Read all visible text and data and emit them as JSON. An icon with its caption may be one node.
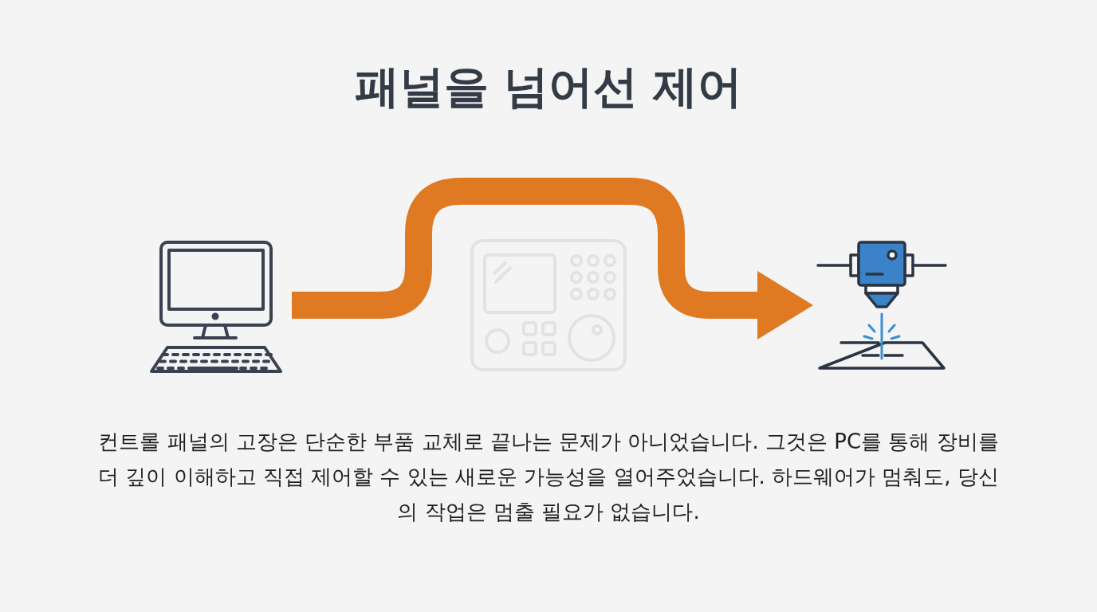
{
  "diagram": {
    "title": "패널을 넘어선 제어",
    "caption": "컨트롤 패널의 고장은 단순한 부품 교체로 끝나는 문제가 아니었습니다. 그것은 PC를 통해 장비를 더 깊이 이해하고 직접 제어할 수 있는 새로운 가능성을 열어주었습니다. 하드웨어가 멈춰도, 당신의 작업은 멈출 필요가 없습니다.",
    "nodes": [
      {
        "text": [],
        "shape": "picture"
      },
      {
        "text": [],
        "shape": "picture"
      }
    ],
    "edges": [
      {
        "from": 0,
        "to": 1,
        "arrow": "to"
      }
    ]
  }
}
